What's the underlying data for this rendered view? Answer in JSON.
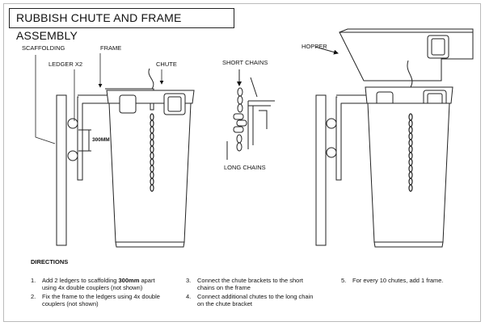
{
  "title": "RUBBISH CHUTE AND FRAME ASSEMBLY",
  "labels": {
    "scaffolding": "SCAFFOLDING",
    "ledger": "LEDGER X2",
    "frame": "FRAME",
    "chute": "CHUTE",
    "short_chains": "SHORT CHAINS",
    "long_chains": "LONG CHAINS",
    "hopper": "HOPPER",
    "dimension": "300MM"
  },
  "directions": {
    "heading": "DIRECTIONS",
    "steps": [
      {
        "num": "1.",
        "line1_pre": "Add 2 ledgers to scaffolding ",
        "line1_bold": "300mm",
        "line1_post": " apart",
        "line2": "using  4x double couplers (not shown)"
      },
      {
        "num": "2.",
        "line1": "Fix the frame to the ledgers using 4x double",
        "line2": "couplers (not shown)"
      },
      {
        "num": "3.",
        "line1": "Connect the chute brackets to the short",
        "line2": "chains on the frame"
      },
      {
        "num": "4.",
        "line1": "Connect additional chutes to the long  chain",
        "line2": "on the chute bracket"
      },
      {
        "num": "5.",
        "line1": "For every 10 chutes, add 1 frame."
      }
    ]
  }
}
